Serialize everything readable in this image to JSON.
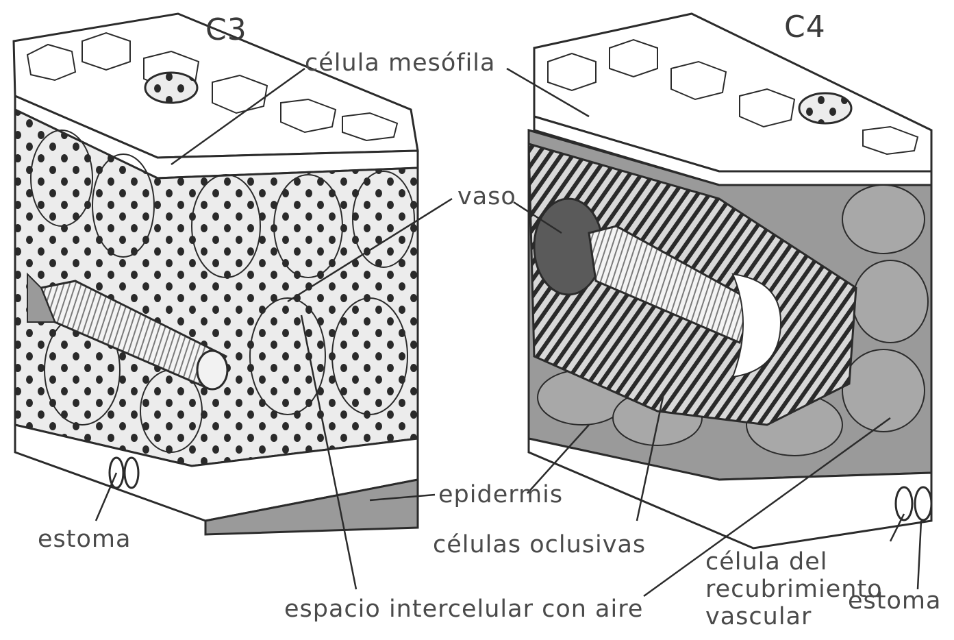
{
  "panels": {
    "left": {
      "title": "C3"
    },
    "right": {
      "title": "C4"
    }
  },
  "labels": {
    "celula_mesofila": "célula mesófila",
    "vaso": "vaso",
    "epidermis": "epidermis",
    "estoma_left": "estoma",
    "celulas_oclusivas": "células oclusivas",
    "espacio_intercelular": "espacio intercelular con aire",
    "celula_recubrimiento": "célula del recubrimiento vascular",
    "estoma_right": "estoma"
  },
  "colors": {
    "line": "#2b2b2b",
    "mesophyll_fill": "#e9e9e9",
    "sheath_fill": "#9a9a9a",
    "epidermis_fill": "#ffffff",
    "dot": "#2a2a2a"
  }
}
